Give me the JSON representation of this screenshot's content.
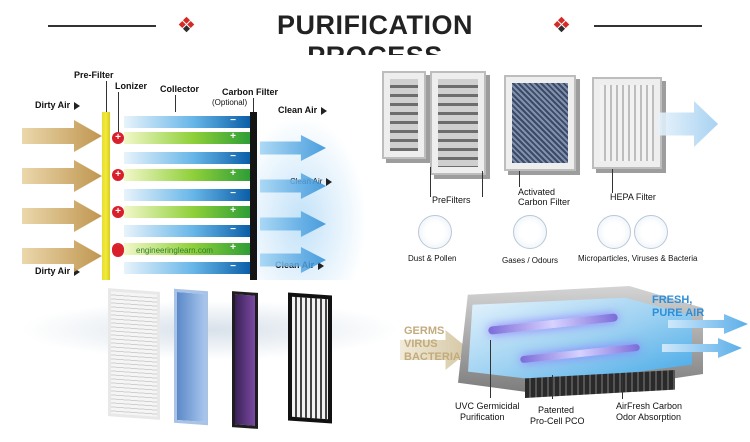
{
  "header": {
    "title": "PURIFICATION PROCESS",
    "accent_red": "#d52b26",
    "accent_dark": "#2d2d2d"
  },
  "ionizer_diagram": {
    "pre_filter": "Pre-Filter",
    "ionizer": "Lonizer",
    "collector": "Collector",
    "carbon_filter": "Carbon Filter",
    "carbon_optional": "(Optional)",
    "dirty_air_top": "Dirty Air",
    "dirty_air_bottom": "Dirty Air",
    "clean_air_top": "Clean Air",
    "clean_air_mid": "Clean Air",
    "clean_air_bottom": "Clean Air",
    "watermark": "engineeringlearn.com",
    "plus": "+",
    "minus": "−"
  },
  "filter_stages": {
    "prefilters": "PreFilters",
    "activated_carbon_line1": "Activated",
    "activated_carbon_line2": "Carbon Filter",
    "hepa": "HEPA Filter",
    "dust": "Dust & Pollen",
    "gases": "Gases / Odours",
    "micro": "Microparticles, Viruses & Bacteria"
  },
  "pco_diagram": {
    "germs_line1": "GERMS",
    "germs_line2": "VIRUS",
    "germs_line3": "BACTERIA",
    "fresh_line1": "FRESH,",
    "fresh_line2": "PURE AIR",
    "uvc_line1": "UVC Germicidal",
    "uvc_line2": "Purification",
    "patented_line1": "Patented",
    "patented_line2": "Pro-Cell PCO",
    "airfresh_line1": "AirFresh Carbon",
    "airfresh_line2": "Odor Absorption",
    "fresh_color": "#2d8fd9",
    "germs_color": "#c2ab7c"
  }
}
